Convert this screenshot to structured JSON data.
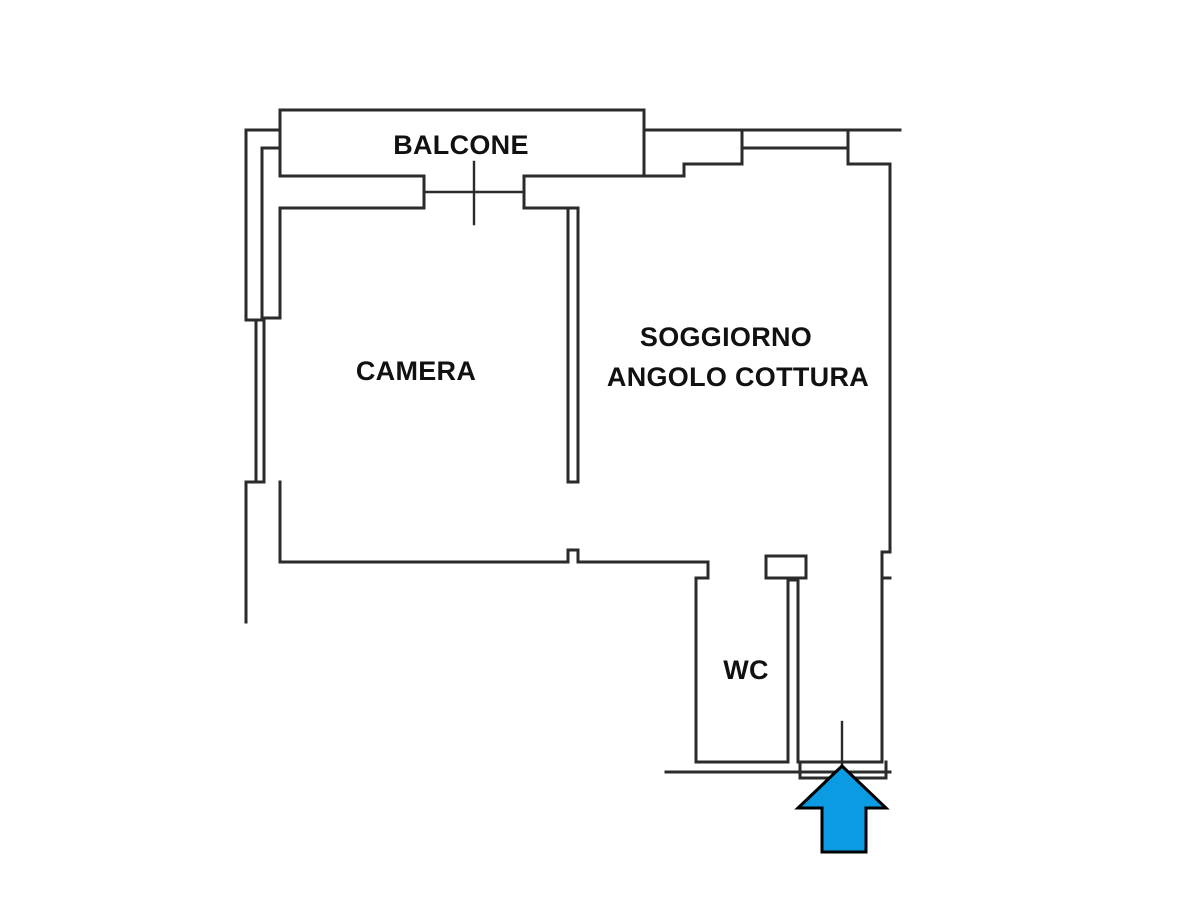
{
  "floorplan": {
    "rooms": {
      "balcone": "BALCONE",
      "camera": "CAMERA",
      "soggiorno_line1": "SOGGIORNO",
      "soggiorno_line2": "ANGOLO COTTURA",
      "wc": "WC"
    },
    "entrance_marker": {
      "icon": "up-arrow-icon",
      "color": "#0a9be3",
      "outline": "#000000"
    },
    "line_color": "#2b2b2b"
  }
}
